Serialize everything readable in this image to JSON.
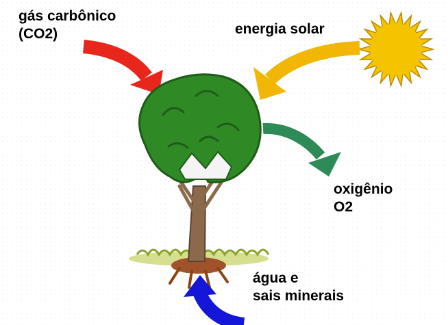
{
  "labels": {
    "co2": {
      "line1": "gás carbônico",
      "line2": "(CO2)"
    },
    "solar": {
      "line1": "energia solar"
    },
    "oxygen": {
      "line1": "oxigênio",
      "line2": "O2"
    },
    "water": {
      "line1": "água e",
      "line2": "sais minerais"
    }
  },
  "colors": {
    "co2_arrow": "#e8261b",
    "solar_arrow": "#f2b705",
    "oxygen_arrow": "#2e8b57",
    "water_arrow": "#1416d8",
    "sun": "#f5c400",
    "canopy": "#2f8a25",
    "trunk": "#8a6a4a"
  },
  "icons": {
    "sun": "sun-icon",
    "tree": "tree-icon"
  }
}
